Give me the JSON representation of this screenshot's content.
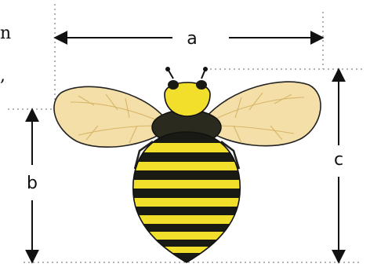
{
  "labels": {
    "a": "a",
    "b": "b",
    "c": "c"
  },
  "edge_text": {
    "fragment_top": "n",
    "fragment_mid": ","
  },
  "colors": {
    "wing_fill": "#f3dfa7",
    "wing_vein": "#d8b56a",
    "body_yellow": "#f2df2c",
    "body_black": "#1a1a14",
    "line": "#111111",
    "guide": "#9a9a9a"
  },
  "illustration": {
    "subject": "bee",
    "icon": "bee-icon"
  }
}
